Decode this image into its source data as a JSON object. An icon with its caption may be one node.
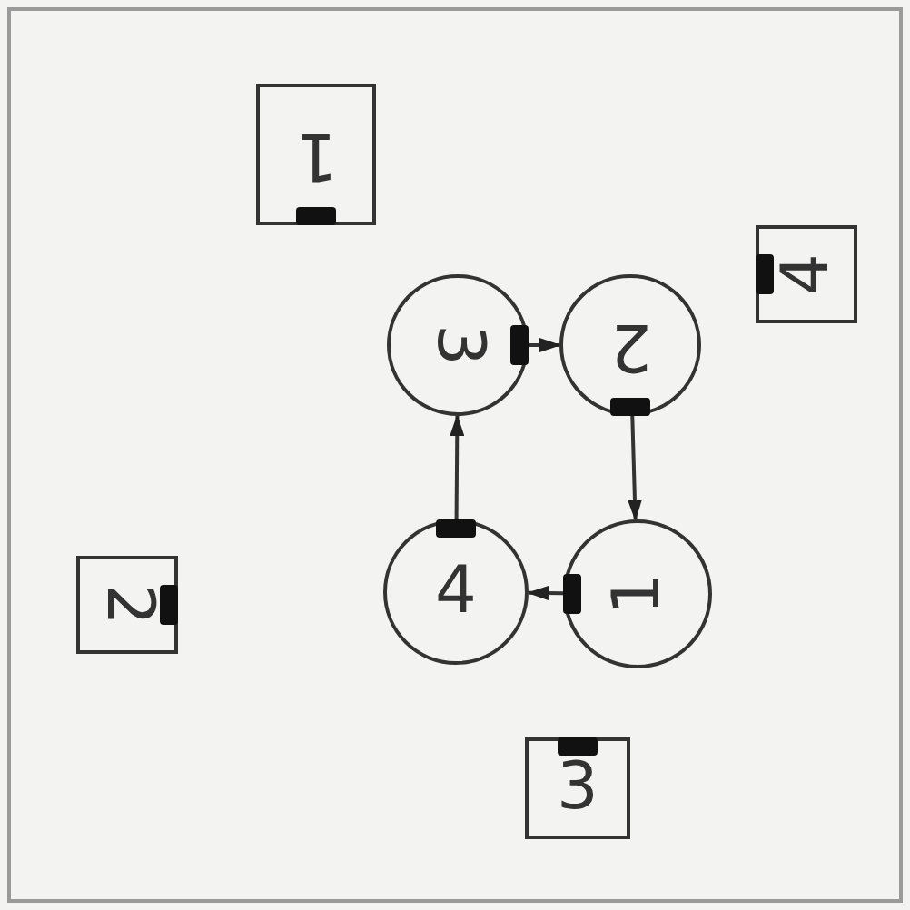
{
  "diagram": {
    "nodes": [
      {
        "text": [
          "1"
        ]
      },
      {
        "text": [
          "4"
        ]
      },
      {
        "text": [
          "2"
        ]
      },
      {
        "text": [
          "3"
        ]
      },
      {
        "text": [
          "3"
        ]
      },
      {
        "text": [
          "2"
        ]
      },
      {
        "text": [
          "1"
        ]
      },
      {
        "text": [
          "4"
        ]
      }
    ],
    "edges": [
      {
        "from": 4,
        "to": 5,
        "arrow": "to"
      },
      {
        "from": 5,
        "to": 6,
        "arrow": "to"
      },
      {
        "from": 6,
        "to": 7,
        "arrow": "to"
      },
      {
        "from": 7,
        "to": 4,
        "arrow": "to"
      }
    ]
  }
}
